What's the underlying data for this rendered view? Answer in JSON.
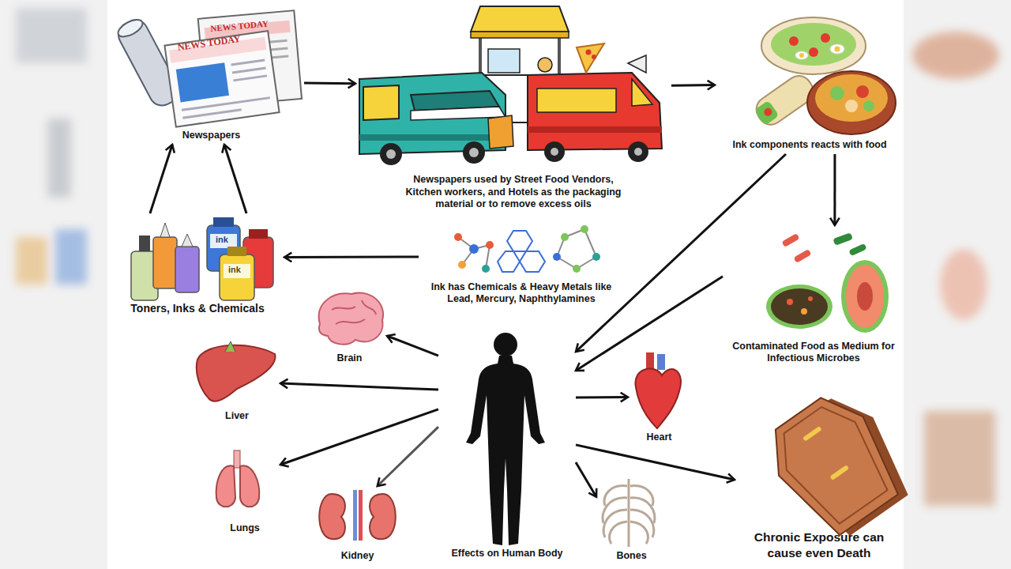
{
  "diagram": {
    "nodes": [
      {
        "text": [
          "Newspapers"
        ]
      },
      {
        "text": [
          "Newspapers used by Street Food Vendors, Kitchen workers, and Hotels as the packaging material or to remove excess oils"
        ]
      },
      {
        "text": [
          "Ink components reacts with food"
        ]
      },
      {
        "text": [
          "Toners, Inks & Chemicals"
        ]
      },
      {
        "text": [
          "Ink has Chemicals & Heavy Metals like Lead, Mercury, Naphthylamines"
        ]
      },
      {
        "text": [
          "Contaminated Food as Medium for Infectious Microbes"
        ]
      },
      {
        "text": [
          "Brain"
        ]
      },
      {
        "text": [
          "Liver"
        ]
      },
      {
        "text": [
          "Heart"
        ]
      },
      {
        "text": [
          "Lungs"
        ]
      },
      {
        "text": [
          "Kidney"
        ]
      },
      {
        "text": [
          "Effects on Human Body"
        ]
      },
      {
        "text": [
          "Bones"
        ]
      },
      {
        "text": [
          "Chronic Exposure can cause even Death"
        ]
      }
    ],
    "edges": [
      {
        "from": 0,
        "to": 1,
        "arrow": "to"
      },
      {
        "from": 1,
        "to": 2,
        "arrow": "to"
      },
      {
        "from": 2,
        "to": 5,
        "arrow": "to"
      },
      {
        "from": 2,
        "to": 11,
        "arrow": "to"
      },
      {
        "from": 5,
        "to": 11,
        "arrow": "to"
      },
      {
        "from": 4,
        "to": 3,
        "arrow": "to"
      },
      {
        "from": 3,
        "to": 0,
        "arrow": "to"
      },
      {
        "from": 3,
        "to": 0,
        "arrow": "to"
      },
      {
        "from": 11,
        "to": 6,
        "arrow": "to"
      },
      {
        "from": 11,
        "to": 7,
        "arrow": "to"
      },
      {
        "from": 11,
        "to": 8,
        "arrow": "to"
      },
      {
        "from": 11,
        "to": 9,
        "arrow": "to"
      },
      {
        "from": 11,
        "to": 10,
        "arrow": "to"
      },
      {
        "from": 11,
        "to": 12,
        "arrow": "to"
      },
      {
        "from": 11,
        "to": 13,
        "arrow": "to"
      }
    ],
    "labels": [
      "NEWS TODAY",
      "NEWS TODAY",
      "ink",
      "ink"
    ]
  }
}
